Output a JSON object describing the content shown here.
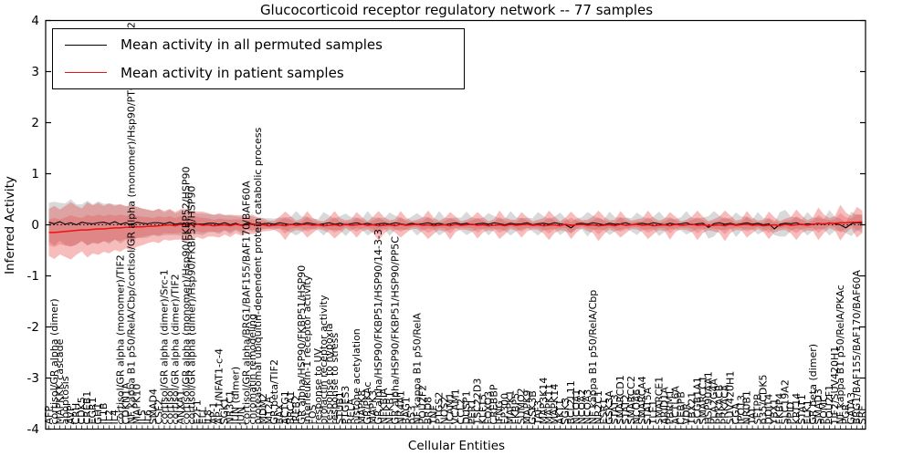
{
  "figure": {
    "title": "Glucocorticoid receptor regulatory network -- 77 samples",
    "xlabel": "Cellular Entities",
    "ylabel": "Inferred Activity"
  },
  "legend": {
    "items": [
      {
        "label": "Mean activity in all permuted samples",
        "color": "#000000"
      },
      {
        "label": "Mean activity in patient samples",
        "color": "#ee1111"
      }
    ]
  },
  "chart_data": {
    "type": "line",
    "title": "Glucocorticoid receptor regulatory network -- 77 samples",
    "xlabel": "Cellular Entities",
    "ylabel": "Inferred Activity",
    "ylim": [
      -4,
      4
    ],
    "y_ticks": [
      -4,
      -3,
      -2,
      -1,
      0,
      1,
      2,
      3,
      4
    ],
    "grid": false,
    "legend_position": "upper left",
    "zero_line_style": "dotted",
    "colors": {
      "permuted_line": "#000000",
      "patient_line": "#ee1111",
      "permuted_band": "#808080",
      "patient_band": "#e63030"
    },
    "entities": [
      "AFP",
      "cortisol/GR alpha (dimer)",
      "MAPKKK cascade",
      "apoptosis",
      "AVP",
      "CRH",
      "CDK5",
      "CREB1",
      "EGR1",
      "GH1",
      "IL1B",
      "IL2",
      "IL4",
      "cortisol/GR alpha (monomer)/TIF2",
      "CDKN1A",
      "NF kappa B1 p50/RelA/Cbp/cortisol/GR alpha (monomer)/Hsp90/PTGES3/FKBP52",
      "MAPK10",
      "IL5",
      "IL6",
      "SMAD4",
      "CSF2",
      "cortisol/GR alpha (dimer)/Src-1",
      "cortisol",
      "cortisol/GR alpha (dimer)/TIF2",
      "ANXA1",
      "cortisol/GR alpha (monomer)/Hsp90/FKBP52/HSP90",
      "cortisol/GR alpha (dimer)/Hsp90/FKBP52/HSP90",
      "E2F1",
      "ELL",
      "IL8",
      "AP-1",
      "AP-1/NFAT1-c-4",
      "SGK1",
      "NR3C1",
      "JUN (dimer)",
      "JUN",
      "cortisol/GR alpha/BRG1/BAF155/BAF170/BAF60A",
      "chromatin remodeling",
      "proteasomal ubiquitin-dependent protein catabolic process",
      "MDM2",
      "MT2A",
      "GR beta/TIF2",
      "BAX",
      "ACTG1",
      "BRCA1",
      "IREB2",
      "GR alpha/HSP90/FKBP51/HSP90",
      "interleukin-1 receptor activity",
      "FOS",
      "response to UV",
      "prolactin receptor activity",
      "response to hypoxia",
      "response to stress",
      "STUB1",
      "PTGES3",
      "RELA",
      "histone acetylation",
      "MAPK8",
      "GR/PKAc",
      "MAPK3",
      "GR alpha/HSP90/FKBP51/HSP90/14-3-3",
      "NFKBIA",
      "NFKB1",
      "GR alpha/HSP90/FKBP51/HSP90/PP5C",
      "NR4A1",
      "BAG1",
      "p53",
      "NF kappa B1 p50/RelA",
      "POU2F2",
      "BRD8",
      "TNF",
      "PTGS2",
      "NOS2",
      "ICAM1",
      "VCAM1",
      "CCL2",
      "DUSP1",
      "PER1",
      "TSC22D3",
      "KLF15",
      "FOXO3",
      "CREBBP",
      "IFNG",
      "EP300",
      "MAPK1",
      "FKBP5",
      "SUMO2",
      "MAPK9",
      "GSK3B",
      "TAF3",
      "MAP3K14",
      "MAPK11",
      "MAPK14",
      "AKT1",
      "SGK3",
      "BCL2L11",
      "NCOA1",
      "NCOA2",
      "NCOA3",
      "NF kappa B1 p50/RelA/Cbp",
      "NR2C1",
      "ESR1",
      "GSK3A",
      "STAT3",
      "SMARCD1",
      "STAT2",
      "SMARCC2",
      "NCOA6",
      "SMARCA4",
      "STAT5A",
      "TLE1",
      "SMARCE1",
      "ARID1A",
      "PBRM1",
      "ACTL6A",
      "CEBPB",
      "VDR",
      "TBX21",
      "SCGB1A1",
      "SMARCC1",
      "HSP90AA1",
      "PLA2G4A",
      "PRKACB",
      "PRKACA",
      "SUV420H1",
      "CGA",
      "IPO13",
      "NR0B1",
      "TAT",
      "SFTPB",
      "p35/CDK5",
      "DDIT4",
      "YBX1",
      "FKBP4",
      "SLC19A2",
      "PPID",
      "KRT14",
      "STAT1",
      "ELK1",
      "GR beta (dimer)",
      "SMAD3",
      "POMC",
      "POU2F1",
      "TIF2/SUV420H1",
      "NF kappa B1 p50/RelA/PKAc",
      "PGR",
      "GATA3",
      "BRG1/BAF155/BAF170/BAF60A",
      "SRF"
    ],
    "series": [
      {
        "name": "Mean activity in all permuted samples",
        "values": [
          0.05,
          0.02,
          0.06,
          0.01,
          0.04,
          0.0,
          0.05,
          0.03,
          0.02,
          0.04,
          0.05,
          0.02,
          0.06,
          0.01,
          0.04,
          0.0,
          0.05,
          0.03,
          0.02,
          0.04,
          0.04,
          0.02,
          0.05,
          0.01,
          0.03,
          0.0,
          0.04,
          0.02,
          0.01,
          0.03,
          0.03,
          0.01,
          0.04,
          0.0,
          0.03,
          -0.01,
          0.03,
          0.02,
          0.0,
          0.02,
          0.03,
          0.01,
          0.04,
          0.02,
          0.0,
          0.03,
          0.01,
          0.04,
          0.02,
          0.0,
          0.02,
          0.04,
          0.01,
          0.03,
          0.0,
          0.02,
          0.04,
          0.01,
          0.03,
          0.0,
          0.02,
          0.03,
          0.01,
          0.04,
          0.02,
          0.0,
          0.03,
          0.01,
          0.02,
          0.04,
          0.01,
          0.03,
          0.0,
          0.02,
          0.04,
          0.01,
          0.03,
          0.0,
          0.02,
          0.03,
          0.01,
          0.04,
          0.02,
          0.0,
          0.03,
          0.01,
          0.02,
          0.04,
          0.0,
          0.02,
          0.03,
          0.01,
          0.04,
          0.02,
          0.0,
          -0.06,
          0.02,
          0.03,
          0.01,
          0.04,
          0.02,
          0.0,
          0.03,
          0.01,
          0.02,
          0.04,
          0.0,
          0.02,
          0.03,
          0.01,
          0.04,
          0.02,
          0.0,
          0.03,
          0.01,
          0.02,
          0.04,
          0.0,
          0.02,
          0.03,
          -0.05,
          0.02,
          0.04,
          0.01,
          0.03,
          0.0,
          0.02,
          0.04,
          0.01,
          0.03,
          0.0,
          0.02,
          -0.08,
          0.01,
          0.03,
          0.02,
          0.04,
          0.0,
          0.02,
          0.01,
          0.03,
          0.01,
          0.04,
          0.02,
          0.0,
          -0.06,
          0.02,
          0.04,
          0.03
        ]
      },
      {
        "name": "Mean activity in patient samples",
        "values": [
          -0.15,
          -0.15,
          -0.14,
          -0.13,
          -0.12,
          -0.11,
          -0.1,
          -0.1,
          -0.09,
          -0.08,
          -0.08,
          -0.07,
          -0.06,
          -0.06,
          -0.05,
          -0.05,
          -0.04,
          -0.04,
          -0.03,
          -0.03,
          -0.02,
          -0.01,
          0.0,
          -0.02,
          0.01,
          -0.01,
          0.0,
          0.01,
          -0.01,
          0.0,
          -0.02,
          -0.01,
          0.0,
          -0.02,
          0.01,
          -0.01,
          0.0,
          0.01,
          -0.01,
          0.0,
          -0.02,
          -0.01,
          0.0,
          -0.02,
          0.01,
          -0.01,
          0.0,
          0.01,
          -0.01,
          0.0,
          -0.02,
          -0.01,
          0.0,
          -0.02,
          0.01,
          -0.01,
          0.0,
          0.01,
          -0.01,
          0.0,
          -0.02,
          -0.01,
          0.0,
          -0.02,
          0.01,
          -0.01,
          0.0,
          0.01,
          -0.01,
          0.0,
          -0.02,
          -0.01,
          0.0,
          -0.02,
          0.01,
          -0.01,
          0.0,
          0.01,
          -0.01,
          0.0,
          -0.02,
          -0.01,
          0.0,
          -0.02,
          0.01,
          -0.01,
          0.0,
          0.01,
          -0.01,
          0.0,
          -0.02,
          -0.01,
          0.0,
          -0.02,
          0.01,
          -0.01,
          0.0,
          0.01,
          -0.01,
          0.0,
          -0.02,
          -0.01,
          0.0,
          -0.02,
          0.01,
          -0.01,
          0.0,
          0.01,
          -0.01,
          0.0,
          -0.02,
          -0.01,
          0.0,
          -0.02,
          0.01,
          -0.01,
          0.0,
          0.01,
          -0.01,
          0.0,
          -0.02,
          -0.01,
          0.0,
          -0.02,
          0.01,
          -0.01,
          0.0,
          0.01,
          -0.01,
          0.0,
          -0.02,
          -0.01,
          0.0,
          -0.02,
          0.01,
          -0.01,
          0.0,
          0.01,
          -0.01,
          0.01,
          0.02,
          0.02,
          0.03,
          0.03,
          0.04,
          0.04,
          0.05,
          0.05,
          0.06
        ]
      }
    ],
    "bands": [
      {
        "name": "permuted band",
        "around_series": 0,
        "half_width": [
          0.38,
          0.43,
          0.37,
          0.41,
          0.46,
          0.4,
          0.35,
          0.44,
          0.38,
          0.42,
          0.36,
          0.4,
          0.34,
          0.38,
          0.33,
          0.36,
          0.31,
          0.29,
          0.27,
          0.24,
          0.27,
          0.22,
          0.25,
          0.21,
          0.24,
          0.26,
          0.22,
          0.2,
          0.21,
          0.18,
          0.17,
          0.19,
          0.15,
          0.18,
          0.14,
          0.16,
          0.13,
          0.15,
          0.13,
          0.11,
          0.1,
          0.11,
          0.1,
          0.13,
          0.15,
          0.24,
          0.15,
          0.12,
          0.1,
          0.11,
          0.23,
          0.14,
          0.11,
          0.14,
          0.22,
          0.13,
          0.1,
          0.11,
          0.24,
          0.14,
          0.12,
          0.1,
          0.23,
          0.14,
          0.11,
          0.1,
          0.13,
          0.22,
          0.13,
          0.11,
          0.1,
          0.24,
          0.14,
          0.11,
          0.1,
          0.13,
          0.23,
          0.14,
          0.1,
          0.11,
          0.22,
          0.13,
          0.1,
          0.12,
          0.24,
          0.14,
          0.11,
          0.1,
          0.13,
          0.23,
          0.14,
          0.1,
          0.12,
          0.22,
          0.13,
          0.11,
          0.1,
          0.12,
          0.24,
          0.14,
          0.11,
          0.1,
          0.23,
          0.14,
          0.12,
          0.1,
          0.13,
          0.22,
          0.13,
          0.1,
          0.12,
          0.24,
          0.14,
          0.11,
          0.1,
          0.13,
          0.23,
          0.14,
          0.1,
          0.11,
          0.22,
          0.25,
          0.14,
          0.11,
          0.1,
          0.24,
          0.14,
          0.12,
          0.1,
          0.22,
          0.13,
          0.1,
          0.12,
          0.24,
          0.26,
          0.14,
          0.11,
          0.1,
          0.23,
          0.13,
          0.11,
          0.1,
          0.25,
          0.14,
          0.12,
          0.1,
          0.24,
          0.15,
          0.18
        ]
      },
      {
        "name": "patient band",
        "around_series": 1,
        "half_width": [
          0.46,
          0.52,
          0.44,
          0.5,
          0.56,
          0.48,
          0.42,
          0.54,
          0.47,
          0.51,
          0.45,
          0.49,
          0.43,
          0.47,
          0.41,
          0.45,
          0.39,
          0.36,
          0.33,
          0.3,
          0.34,
          0.28,
          0.31,
          0.27,
          0.3,
          0.32,
          0.28,
          0.25,
          0.27,
          0.23,
          0.21,
          0.24,
          0.19,
          0.22,
          0.18,
          0.2,
          0.17,
          0.19,
          0.16,
          0.13,
          0.1,
          0.09,
          0.16,
          0.28,
          0.16,
          0.09,
          0.12,
          0.26,
          0.15,
          0.08,
          0.09,
          0.15,
          0.27,
          0.15,
          0.08,
          0.12,
          0.25,
          0.14,
          0.08,
          0.16,
          0.29,
          0.16,
          0.09,
          0.13,
          0.26,
          0.15,
          0.08,
          0.09,
          0.15,
          0.28,
          0.16,
          0.09,
          0.13,
          0.27,
          0.15,
          0.08,
          0.1,
          0.14,
          0.26,
          0.15,
          0.09,
          0.12,
          0.28,
          0.16,
          0.09,
          0.11,
          0.25,
          0.14,
          0.08,
          0.1,
          0.15,
          0.29,
          0.16,
          0.09,
          0.13,
          0.27,
          0.15,
          0.08,
          0.11,
          0.16,
          0.3,
          0.17,
          0.09,
          0.12,
          0.26,
          0.15,
          0.08,
          0.1,
          0.14,
          0.28,
          0.16,
          0.09,
          0.12,
          0.27,
          0.15,
          0.08,
          0.1,
          0.15,
          0.29,
          0.16,
          0.09,
          0.12,
          0.16,
          0.3,
          0.17,
          0.09,
          0.11,
          0.26,
          0.15,
          0.08,
          0.12,
          0.27,
          0.15,
          0.09,
          0.11,
          0.16,
          0.3,
          0.17,
          0.1,
          0.13,
          0.32,
          0.18,
          0.1,
          0.14,
          0.35,
          0.2,
          0.12,
          0.3,
          0.22
        ]
      }
    ]
  }
}
